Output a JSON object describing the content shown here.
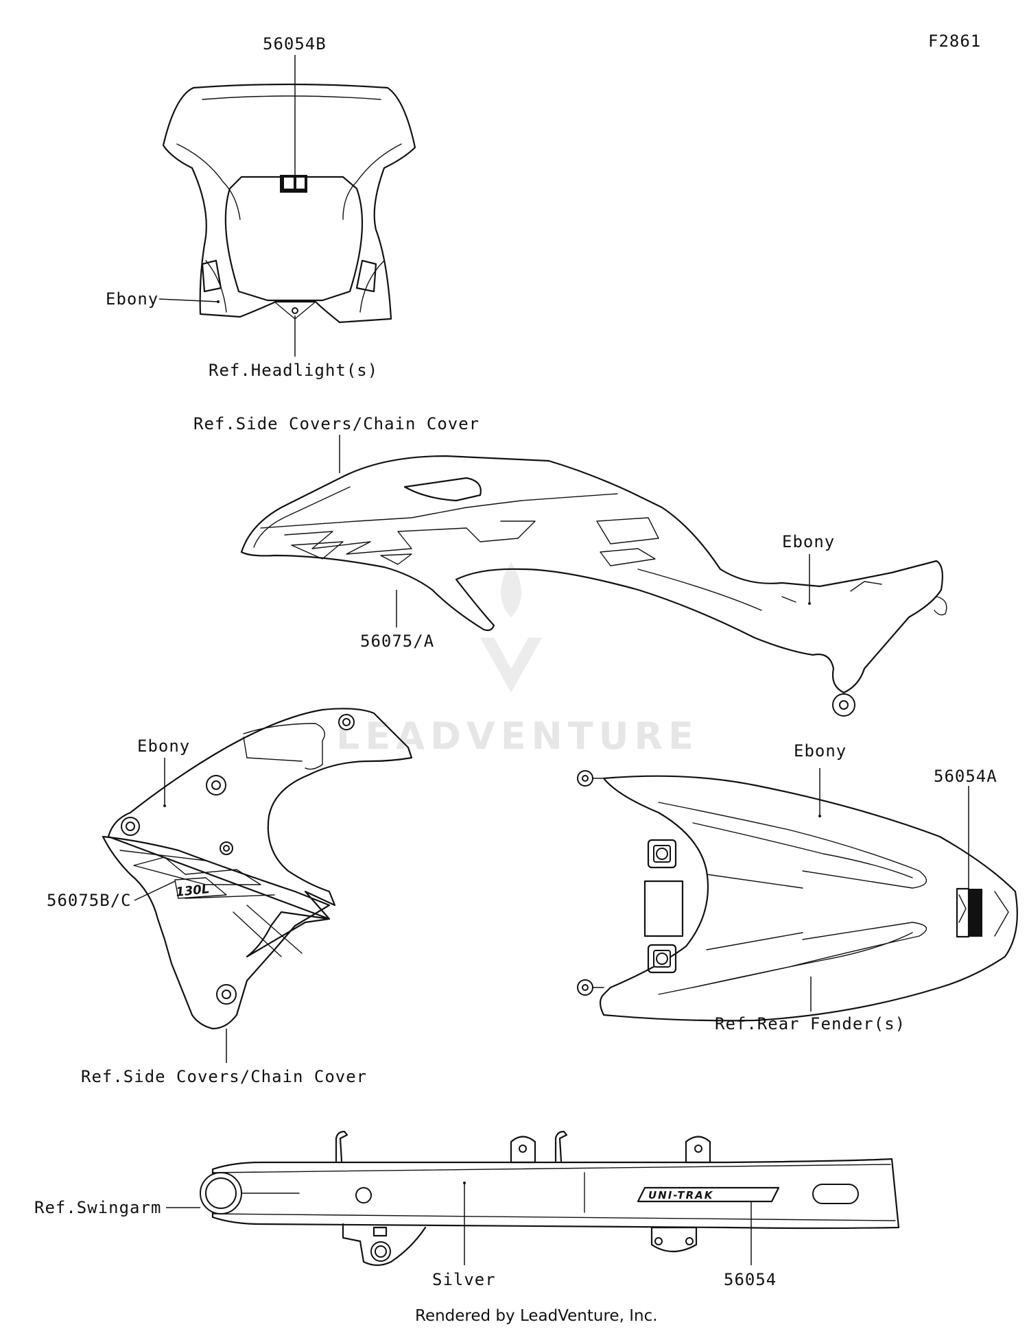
{
  "figure_code": "F2861",
  "watermark": "LEADVENTURE",
  "footer": "Rendered by LeadVenture, Inc.",
  "headlight_group": {
    "part_decal": "56054B",
    "color": "Ebony",
    "reference": "Ref.Headlight(s)"
  },
  "side_cover_group": {
    "reference": "Ref.Side Covers/Chain Cover",
    "color": "Ebony",
    "part_decal": "56075/A"
  },
  "shroud_group": {
    "color": "Ebony",
    "part_decal": "56075B/C",
    "reference": "Ref.Side Covers/Chain Cover"
  },
  "rear_fender_group": {
    "color": "Ebony",
    "part_decal": "56054A",
    "reference": "Ref.Rear Fender(s)"
  },
  "swingarm_group": {
    "reference": "Ref.Swingarm",
    "color": "Silver",
    "part_decal": "56054"
  }
}
